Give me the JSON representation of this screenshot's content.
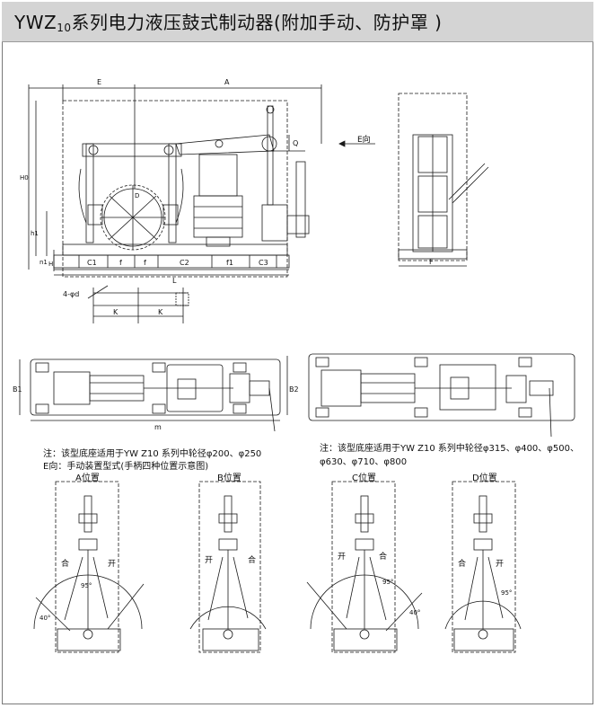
{
  "title": {
    "prefix": "YWZ",
    "sub": "10",
    "suffix": "系列电力液压鼓式制动器(附加手动、防护罩 )"
  },
  "dimension_labels": {
    "E": "E",
    "A": "A",
    "H0": "H0",
    "h1": "h1",
    "n1": "n1",
    "H": "H",
    "C1": "C1",
    "f": "f",
    "C2": "C2",
    "f1": "f1",
    "C3": "C3",
    "L": "L",
    "D": "D",
    "Q": "Q",
    "E_dir": "E向",
    "F": "F",
    "hole": "4-φd",
    "K": "K",
    "B1": "B1",
    "B2": "B2",
    "m": "m"
  },
  "notes": {
    "note_small": "注：该型底座适用于YW Z10 系列中轮径φ200、φ250",
    "note_e": "E向：手动装置型式(手柄四种位置示意图)",
    "note_large_1": "注：该型底座适用于YW Z10 系列中轮径φ315、φ400、φ500、",
    "note_large_2": "φ630、φ710、φ800"
  },
  "positions": [
    {
      "name": "A位置",
      "left": "合",
      "right": "开",
      "angle1": "95°",
      "angle2": "40°"
    },
    {
      "name": "B位置",
      "left": "开",
      "right": "合",
      "angle1": "",
      "angle2": ""
    },
    {
      "name": "C位置",
      "left": "开",
      "right": "合",
      "angle1": "95°",
      "angle2": "40°"
    },
    {
      "name": "D位置",
      "left": "合",
      "right": "开",
      "angle1": "95°",
      "angle2": ""
    }
  ]
}
